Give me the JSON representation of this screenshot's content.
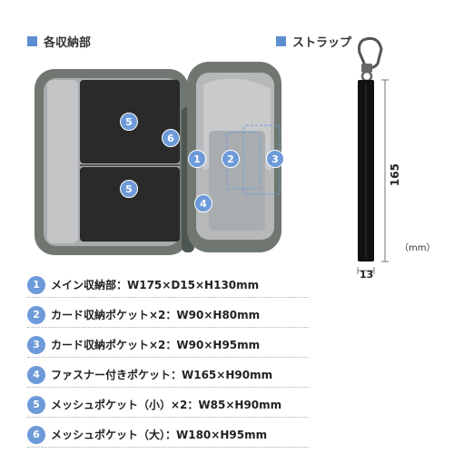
{
  "sections": {
    "compartments_title": "各収納部",
    "strap_title": "ストラップ"
  },
  "markers": [
    "5",
    "6",
    "1",
    "2",
    "3",
    "5",
    "4"
  ],
  "specs": [
    {
      "num": "1",
      "text": "メイン収納部：W175×D15×H130mm"
    },
    {
      "num": "2",
      "text": "カード収納ポケット×2：W90×H80mm"
    },
    {
      "num": "3",
      "text": "カード収納ポケット×2：W90×H95mm"
    },
    {
      "num": "4",
      "text": "ファスナー付きポケット：W165×H90mm"
    },
    {
      "num": "5",
      "text": "メッシュポケット（小）×2：W85×H90mm"
    },
    {
      "num": "6",
      "text": "メッシュポケット（大）：W180×H95mm"
    }
  ],
  "strap": {
    "length_label": "165",
    "width_label": "13",
    "unit_label": "（mm）"
  },
  "colors": {
    "accent": "#5d8fd0",
    "marker": "#6d9ad8",
    "bag_body": "#6f7770",
    "bag_lining": "#b6b8ba",
    "mesh": "#2a2a2a",
    "strap": "#111111"
  }
}
